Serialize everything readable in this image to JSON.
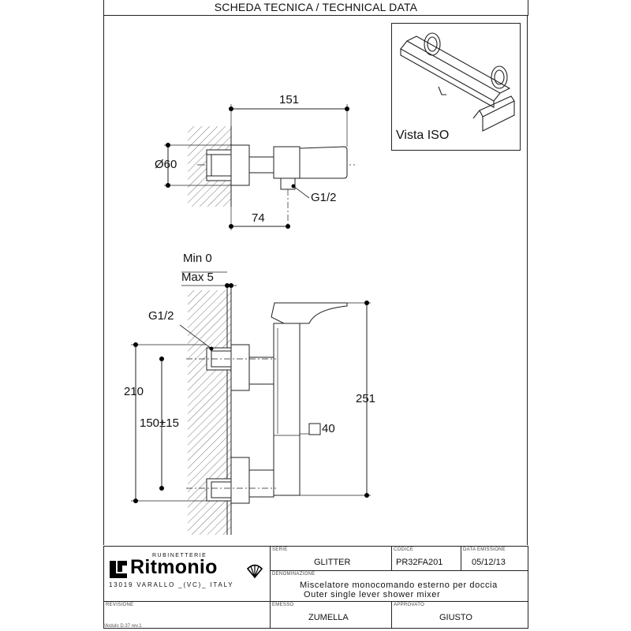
{
  "header": {
    "title": "SCHEDA TECNICA / TECHNICAL DATA"
  },
  "iso_view": {
    "label": "Vista ISO"
  },
  "top_view": {
    "dim_overall": "151",
    "dim_diameter": "Ø60",
    "dim_thread": "G1/2",
    "dim_offset": "74"
  },
  "front_view": {
    "min_label": "Min 0",
    "max_label": "Max 5",
    "thread_label": "G1/2",
    "dim_total_height": "210",
    "dim_centers": "150±15",
    "dim_body_height": "251",
    "dim_square": "40"
  },
  "title_block": {
    "brand": "Ritmonio",
    "brand_sub": "RUBINETTERIE",
    "address": "13019 VARALLO _(VC)_ ITALY",
    "serie_caption": "SERIE",
    "serie_value": "GLITTER",
    "codice_caption": "CODICE",
    "codice_value": "PR32FA201",
    "data_caption": "DATA EMISSIONE",
    "data_value": "05/12/13",
    "denominazione_caption": "DENOMINAZIONE",
    "denominazione_it": "Miscelatore monocomando esterno per doccia",
    "denominazione_en": "Outer single lever shower mixer",
    "revisione_caption": "REVISIONE",
    "emesso_caption": "EMESSO",
    "emesso_value": "ZUMELLA",
    "approvato_caption": "APPROVATO",
    "approvato_value": "GIUSTO"
  },
  "footer": {
    "module": "Modulo D.37 rev.1"
  }
}
